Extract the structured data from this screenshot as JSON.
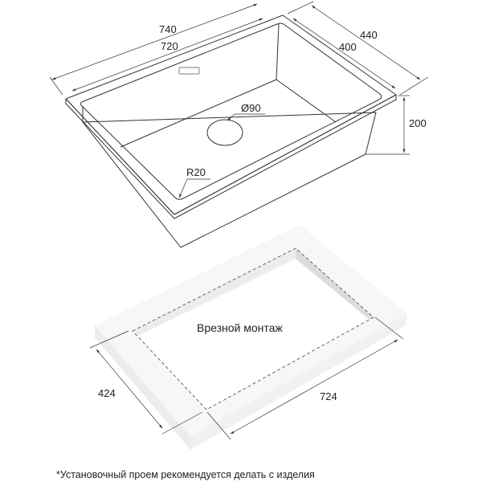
{
  "sink": {
    "dim_outer_length": "740",
    "dim_inner_length": "720",
    "dim_outer_width": "440",
    "dim_inner_width": "400",
    "dim_depth": "200",
    "dim_drain": "Ø90",
    "dim_radius": "R20"
  },
  "countertop": {
    "title": "Врезной монтаж",
    "dim_width": "424",
    "dim_length": "724"
  },
  "footnote": "*Установочный проем рекомендуется делать с изделия",
  "colors": {
    "line": "#333333",
    "slab_top": "#ffffff",
    "slab_side": "#ececec",
    "cutout_wall": "#dcdcdc"
  }
}
